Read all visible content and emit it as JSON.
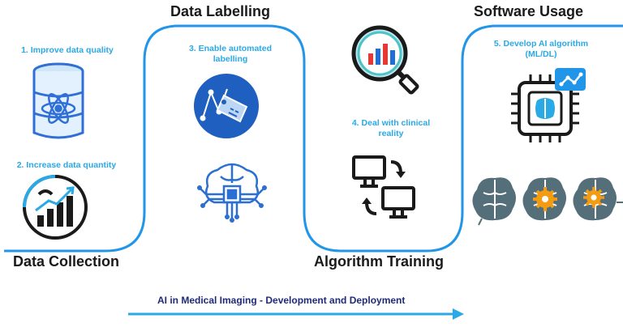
{
  "stages": {
    "collection": "Data Collection",
    "labelling": "Data Labelling",
    "training": "Algorithm Training",
    "usage": "Software Usage"
  },
  "steps": {
    "s1": "1. Improve data quality",
    "s2": "2. Increase data quantity",
    "s3_l1": "3. Enable automated",
    "s3_l2": "labelling",
    "s4_l1": "4. Deal with clinical",
    "s4_l2": "reality",
    "s5_l1": "5. Develop AI algorithm",
    "s5_l2": "(ML/DL)"
  },
  "footer": {
    "caption": "AI in Medical Imaging - Development and Deployment"
  },
  "colors": {
    "accent": "#29a9e6",
    "line": "#2196e8",
    "navy": "#1f2a7a",
    "orange": "#f39c12",
    "dark": "#1a1a1a"
  },
  "icons": [
    "database-atom-icon",
    "growth-chart-icon",
    "ai-tag-icon",
    "brain-circuit-icon",
    "magnifier-chart-icon",
    "monitor-sync-icon",
    "ai-chip-icon",
    "brain-gear-icon"
  ]
}
